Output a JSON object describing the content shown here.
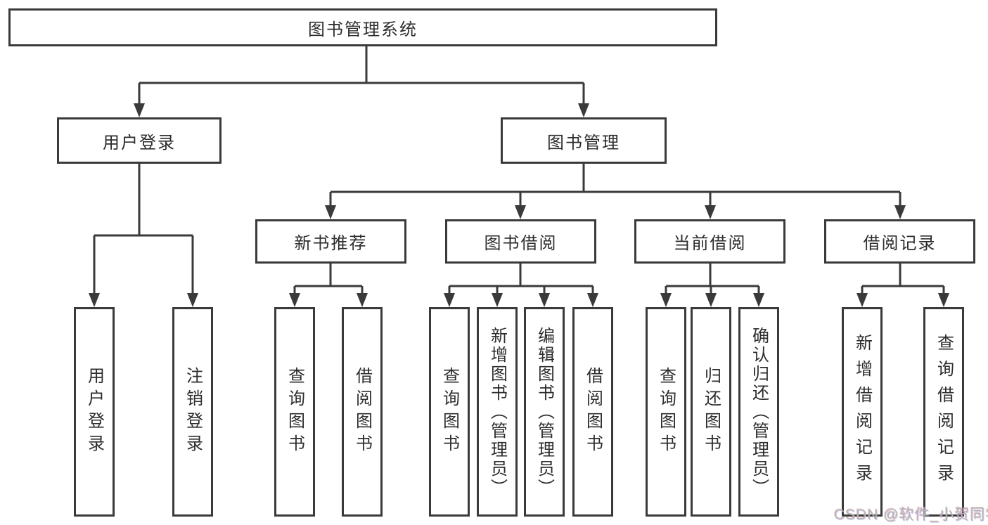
{
  "tree": {
    "label": "图书管理系统",
    "children": [
      {
        "label": "用户登录",
        "children": [
          {
            "label": "用户登录"
          },
          {
            "label": "注销登录"
          }
        ]
      },
      {
        "label": "图书管理",
        "children": [
          {
            "label": "新书推荐",
            "children": [
              {
                "label": "查询图书"
              },
              {
                "label": "借阅图书"
              }
            ]
          },
          {
            "label": "图书借阅",
            "children": [
              {
                "label": "查询图书"
              },
              {
                "label": "新增图书（管理员）"
              },
              {
                "label": "编辑图书（管理员）"
              },
              {
                "label": "借阅图书"
              }
            ]
          },
          {
            "label": "当前借阅",
            "children": [
              {
                "label": "查询图书"
              },
              {
                "label": "归还图书"
              },
              {
                "label": "确认归还（管理员）"
              }
            ]
          },
          {
            "label": "借阅记录",
            "children": [
              {
                "label": "新增借阅记录"
              },
              {
                "label": "查询借阅记录"
              }
            ]
          }
        ]
      }
    ]
  },
  "watermark": {
    "text": "CSDN @软件_小贺同学"
  },
  "colors": {
    "line": "#3a3a3a",
    "node_border": "#3a3a3a",
    "node_background": "#ffffff",
    "text": "#2d2d2d",
    "page_background": "#ffffff",
    "watermark": "#b3b3b3"
  }
}
